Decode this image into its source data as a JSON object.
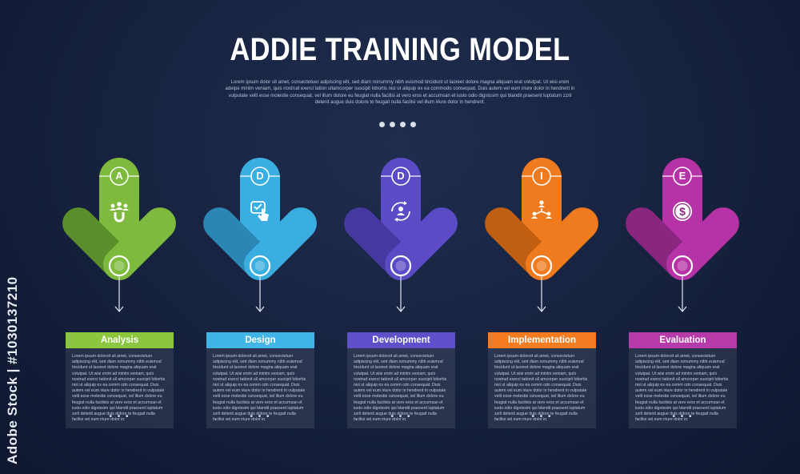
{
  "header": {
    "title": "ADDIE TRAINING MODEL",
    "description": "Lorem ipsum dolor sit amet, consectetuer adipiscing elit, sed diam nonummy nibh euismod tincidunt ut laoreet dolore magna aliquam erat volutpat. Ut wisi enim adeipe minim veniam, quis nostrud exerci tation ullamcorper suscipit lobortis nisl ut aliquip ex ea commodo consequat. Duis autem vel eum iriure dolor in hendrerit in vulputate velit esse molestie consequat, vel illum dolore eu feugiat nulla facilisi at vero eros et accumsan et iusto odio dignissim qui blandit praesent luptatum zzril delenit augue duis dolore te feugait nulla facilisi vel illum iriure dolor in hendrerit."
  },
  "pager_dots": 4,
  "watermark": "Adobe Stock | #1030137210",
  "stages": [
    {
      "letter": "A",
      "label": "Analysis",
      "icon": "team-magnet-icon",
      "colors": {
        "light": "#7dba3e",
        "dark": "#5a8f2b",
        "tab": "#8cc63f"
      },
      "body": "Lorem ipsum dolorsit sit amet, consectetuer adipiscing elit, sed diam nonummy nibh euismod tincidunt ut laoreet dolore magna aliquam erat volutpat. Ut wisi enim ad minim veniam, quis nostrud exerci tationit ull amcorper suscipit lobortis nisl ut aliquip ex ea comm odo consequat. Duis autem vel eum iriure dolor in hendrerit in vulputate velit esse molestie consequat, vel illum dolore eu feugiat nulla facilisis at vero eros et accumsan et iusto odio dignissim qui blandit praesent luptatum zzril delenit augue duis dolore te feugait nulla facilisi vel eum iriure dolor in.",
      "ellipsis": "• • •"
    },
    {
      "letter": "D",
      "label": "Design",
      "icon": "touch-check-icon",
      "colors": {
        "light": "#3aaee0",
        "dark": "#2a86b3",
        "tab": "#41b6e6"
      },
      "body": "Lorem ipsum dolorsit sit amet, consectetuer adipiscing elit, sed diam nonummy nibh euismod tincidunt ut laoreet dolore magna aliquam erat volutpat. Ut wisi enim ad minim veniam, quis nostrud exerci tationit ull amcorper suscipit lobortis nisl ut aliquip ex ea comm odo consequat. Duis autem vel eum iriure dolor in hendrerit in vulputate velit esse molestie consequat, vel illum dolore eu feugiat nulla facilisis at vero eros et accumsan et iusto odio dignissim qui blandit praesent luptatum zzril delenit augue duis dolore te feugait nulla facilisi vel eum iriure dolor in.",
      "ellipsis": "• • •"
    },
    {
      "letter": "D",
      "label": "Development",
      "icon": "user-cycle-icon",
      "colors": {
        "light": "#5b4bc4",
        "dark": "#45389e",
        "tab": "#5f4fc9"
      },
      "body": "Lorem ipsum dolorsit sit amet, consectetuer adipiscing elit, sed diam nonummy nibh euismod tincidunt ut laoreet dolore magna aliquam erat volutpat. Ut wisi enim ad minim veniam, quis nostrud exerci tationit ull amcorper suscipit lobortis nisl ut aliquip ex ea comm odo consequat. Duis autem vel eum iriure dolor in hendrerit in vulputate velit esse molestie consequat, vel illum dolore eu feugiat nulla facilisis at vero eros et accumsan et iusto odio dignissim qui blandit praesent luptatum zzril delenit augue duis dolore te feugait nulla facilisi vel eum iriure dolor in.",
      "ellipsis": "• • •"
    },
    {
      "letter": "I",
      "label": "Implementation",
      "icon": "team-network-icon",
      "colors": {
        "light": "#f07a1e",
        "dark": "#c05e12",
        "tab": "#f47c20"
      },
      "body": "Lorem ipsum dolorsit sit amet, consectetuer adipiscing elit, sed diam nonummy nibh euismod tincidunt ut laoreet dolore magna aliquam erat volutpat. Ut wisi enim ad minim veniam, quis nostrud exerci tationit ull amcorper suscipit lobortis nisl ut aliquip ex ea comm odo consequat. Duis autem vel eum iriure dolor in hendrerit in vulputate velit esse molestie consequat, vel illum dolore eu feugiat nulla facilisis at vero eros et accumsan et iusto odio dignissim qui blandit praesent luptatum zzril delenit augue duis dolore te feugait nulla facilisi vel eum iriure dolor in.",
      "ellipsis": "• • •"
    },
    {
      "letter": "E",
      "label": "Evaluation",
      "icon": "dollar-coin-icon",
      "colors": {
        "light": "#b533a6",
        "dark": "#8a2580",
        "tab": "#b63aa8"
      },
      "body": "Lorem ipsum dolorsit sit amet, consectetuer adipiscing elit, sed diam nonummy nibh euismod tincidunt ut laoreet dolore magna aliquam erat volutpat. Ut wisi enim ad minim veniam, quis nostrud exerci tationit ull amcorper suscipit lobortis nisl ut aliquip ex ea comm odo consequat. Duis autem vel eum iriure dolor in hendrerit in vulputate velit esse molestie consequat, vel illum dolore eu feugiat nulla facilisis at vero eros et accumsan et iusto odio dignissim qui blandit praesent luptatum zzril delenit augue duis dolore te feugait nulla facilisi vel eum iriure dolor in.",
      "ellipsis": "• • •"
    }
  ]
}
